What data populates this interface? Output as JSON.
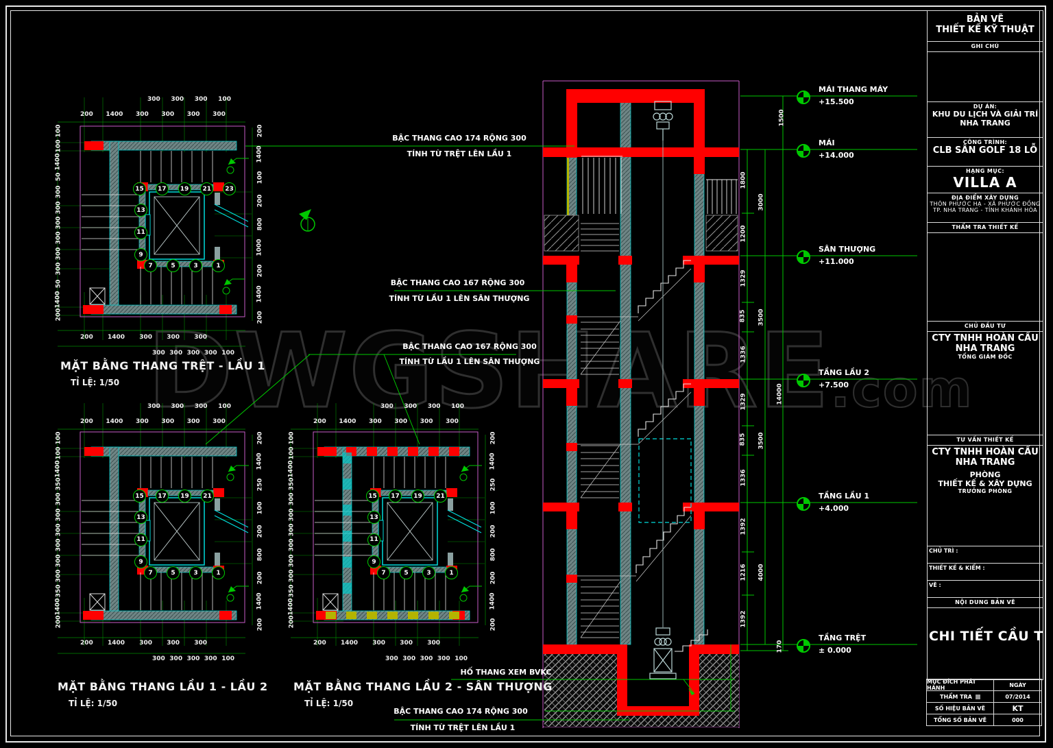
{
  "colors": {
    "line": "#e8e8e8",
    "green": "#00c800",
    "red": "#ff0000",
    "cyan": "#00dcdc",
    "magenta": "#c85cc8",
    "wall_grey": "#6f8585",
    "yellow": "#b4b400",
    "watermark": "#4f4f4f"
  },
  "watermark": {
    "text": "DWGSHARE",
    "suffix": ".com"
  },
  "title_block": {
    "doc_type_line1": "BẢN VẼ",
    "doc_type_line2": "THIẾT KẾ KỸ THUẬT",
    "notes_label": "GHI CHÚ",
    "project_label": "DỰ ÁN:",
    "project_name_line1": "KHU DU LỊCH VÀ GIẢI TRÍ",
    "project_name_line2": "NHA TRANG",
    "work_label": "CÔNG TRÌNH:",
    "work_name": "CLB SÂN GOLF 18 LỖ",
    "item_label": "HẠNG MỤC:",
    "item_name": "VILLA A",
    "location_label": "ĐỊA ĐIỂM XÂY DỰNG",
    "location_line1": "THÔN PHƯỚC HẠ - XÃ PHƯỚC ĐỒNG",
    "location_line2": "TP. NHA TRANG - TỈNH KHÁNH HÒA",
    "review_label": "THẨM TRA THIẾT KẾ",
    "owner_label": "CHỦ ĐẦU TƯ",
    "owner_name_line1": "CTY TNHH HOÀN CẦU",
    "owner_name_line2": "NHA TRANG",
    "owner_title": "TỔNG GIÁM ĐỐC",
    "consultant_label": "TƯ VẤN THIẾT KẾ",
    "consultant_name_line1": "CTY TNHH HOÀN CẦU",
    "consultant_name_line2": "NHA TRANG",
    "consultant_dept_line1": "PHÒNG",
    "consultant_dept_line2": "THIẾT KẾ & XÂY DỰNG",
    "consultant_title": "TRƯỞNG PHÒNG",
    "lead_label": "CHỦ TRÌ :",
    "designer_label": "THIẾT KẾ & KIỂM :",
    "drafter_label": "VẼ :",
    "content_label": "NỘI DUNG BẢN VẼ",
    "drawing_title": "CHI TIẾT CẦU THANG",
    "purpose_label": "MỤC ĐÍCH PHÁT HÀNH",
    "date_label": "NGÀY",
    "row1_label": "THẨM TRA",
    "row1_value": "07/2014",
    "sheet_no_label": "SỐ HIỆU BẢN VẼ",
    "sheet_no_value": "KT",
    "total_label": "TỔNG SỐ BẢN VẼ",
    "total_value": "000"
  },
  "plans": {
    "p1": {
      "title": "MẶT BẰNG THANG TRỆT - LẦU 1",
      "scale": "TỈ LỆ: 1/50",
      "dims_top_a": [
        "300",
        "300",
        "300",
        "100"
      ],
      "dims_top_b": [
        "200",
        "1400",
        "300",
        "300",
        "300",
        "300"
      ],
      "dims_bottom_a": [
        "300",
        "300",
        "300",
        "300",
        "100"
      ],
      "dims_bottom_b": [
        "200",
        "1400",
        "300",
        "300",
        "300"
      ],
      "dims_left": [
        "100",
        "100",
        "1400",
        "50",
        "300",
        "300",
        "300",
        "300",
        "300",
        "300",
        "50",
        "1400",
        "200"
      ],
      "dims_right": [
        "200",
        "1400",
        "100",
        "200",
        "800",
        "1000",
        "200",
        "1400",
        "200"
      ],
      "steps_top": [
        "15",
        "17",
        "19",
        "21",
        "23"
      ],
      "steps_left": [
        "13",
        "11",
        "9"
      ],
      "steps_bottom": [
        "7",
        "5",
        "3",
        "1"
      ]
    },
    "p2": {
      "title": "MẶT BẰNG THANG LẦU 1 - LẦU 2",
      "scale": "TỈ LỆ: 1/50",
      "dims_top_a": [
        "300",
        "300",
        "300",
        "100"
      ],
      "dims_top_b": [
        "200",
        "1400",
        "300",
        "300",
        "300",
        "300"
      ],
      "dims_bottom_a": [
        "300",
        "300",
        "300",
        "300",
        "100"
      ],
      "dims_bottom_b": [
        "200",
        "1400",
        "300",
        "300",
        "300"
      ],
      "dims_left": [
        "100",
        "100",
        "1400",
        "350",
        "300",
        "300",
        "300",
        "300",
        "300",
        "300",
        "350",
        "1400",
        "200"
      ],
      "dims_right": [
        "200",
        "1400",
        "250",
        "100",
        "200",
        "800",
        "200",
        "1400",
        "200"
      ],
      "steps_top": [
        "15",
        "17",
        "19",
        "21"
      ],
      "steps_left": [
        "13",
        "11",
        "9"
      ],
      "steps_bottom": [
        "7",
        "5",
        "3",
        "1"
      ]
    },
    "p3": {
      "title": "MẶT BẰNG THANG LẦU 2 - SÂN THƯỢNG",
      "scale": "TỈ LỆ: 1/50",
      "dims_top_a": [
        "300",
        "300",
        "300",
        "100"
      ],
      "dims_top_b": [
        "200",
        "1400",
        "300",
        "300",
        "300",
        "300"
      ],
      "dims_bottom_a": [
        "300",
        "300",
        "300",
        "300",
        "100"
      ],
      "dims_bottom_b": [
        "200",
        "1400",
        "300",
        "300",
        "300"
      ],
      "dims_left": [
        "100",
        "100",
        "1400",
        "350",
        "300",
        "300",
        "300",
        "300",
        "300",
        "300",
        "350",
        "1400",
        "200"
      ],
      "dims_right": [
        "200",
        "1400",
        "250",
        "100",
        "200",
        "800",
        "200",
        "1400",
        "200"
      ],
      "steps_top": [
        "15",
        "17",
        "19",
        "21"
      ],
      "steps_left": [
        "13",
        "11",
        "9"
      ],
      "steps_bottom": [
        "7",
        "5",
        "3",
        "1"
      ]
    }
  },
  "annotations": {
    "a1_line1": "BẬC THANG CAO 174 RỘNG 300",
    "a1_line2": "TÍNH TỪ TRỆT LÊN LẦU 1",
    "a2_line1": "BẬC THANG CAO 167 RỘNG 300",
    "a2_line2": "TÍNH TỪ LẦU 1 LÊN SÂN THƯỢNG",
    "a3_line1": "BẬC THANG CAO 167 RỘNG 300",
    "a3_line2": "TÍNH TỪ LẦU 1 LÊN SÂN THƯỢNG",
    "a4": "HỐ THANG XEM BVKC",
    "a5_line1": "BẬC THANG CAO 174 RỘNG 300",
    "a5_line2": "TÍNH TỪ TRỆT LÊN LẦU 1"
  },
  "section": {
    "levels": [
      {
        "name": "MÁI THANG MÁY",
        "value": "+15.500"
      },
      {
        "name": "MÁI",
        "value": "+14.000"
      },
      {
        "name": "SÂN THƯỢNG",
        "value": "+11.000"
      },
      {
        "name": "TẦNG LẦU 2",
        "value": "+7.500"
      },
      {
        "name": "TẦNG LẦU 1",
        "value": "+4.000"
      },
      {
        "name": "TẦNG TRỆT",
        "value": "± 0.000"
      }
    ],
    "dims_inner": [
      "1800",
      "1200",
      "1329",
      "835",
      "1336",
      "1329",
      "835",
      "1336",
      "1392",
      "1216",
      "1392"
    ],
    "dims_outer": [
      "3000",
      "3500",
      "3500",
      "4000"
    ],
    "dim_top": "1500",
    "dim_overall": "14000",
    "dim_bottom": "170"
  }
}
